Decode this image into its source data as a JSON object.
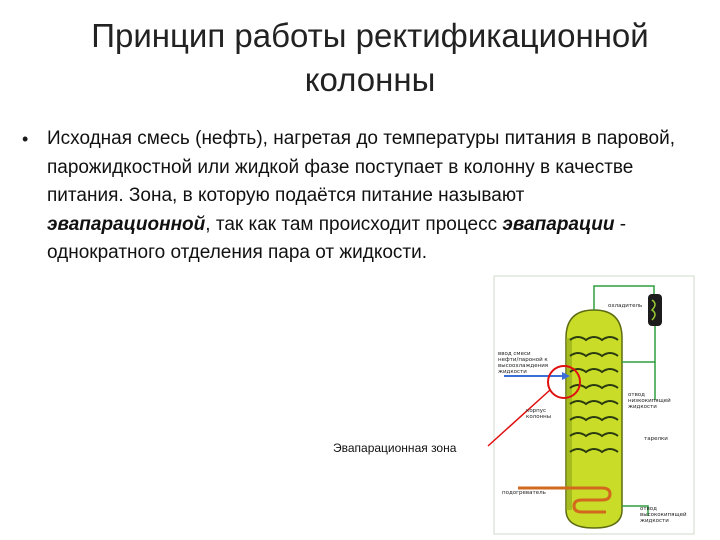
{
  "title": {
    "line1": "Принцип работы ректификационной",
    "line2": "колонны"
  },
  "bullet": {
    "symbol": "•",
    "text_part1": "Исходная смесь (нефть), нагретая до температуры питания в паровой, парожидкостной или жидкой фазе поступает в колонну в качестве питания. Зона, в которую подаётся питание называют ",
    "term1": "эвапарационной",
    "text_part2": ", так как там происходит процесс ",
    "term2": "эвапарации",
    "text_part3": " - однократного отделения пара от жидкости."
  },
  "diagram": {
    "zone_label": "Эвапарационная зона",
    "labels": {
      "condenser": "охладитель",
      "feed_line1": "ввод смеси",
      "feed_line2": "нефти/пароной к",
      "feed_line3": "высоохлаждения",
      "feed_line4": "жидкости",
      "vapor_out1": "отвод",
      "vapor_out2": "низкокипящей",
      "vapor_out3": "жидкости",
      "body1": "корпус",
      "body2": "колонны",
      "plates": "тарелки",
      "heater": "подогреватель",
      "bottom_out1": "отвод",
      "bottom_out2": "высококипящей",
      "bottom_out3": "жидкости"
    },
    "colors": {
      "column_fill": "#c8dc28",
      "column_dark": "#8fa51a",
      "plate": "#2a3a10",
      "pipe": "#2e9e3e",
      "heater": "#d2691e",
      "condenser": "#1c1c1c",
      "feed_arrow": "#3a6fd8",
      "highlight_circle": "#e01010",
      "pointer_line": "#e01010",
      "frame": "#cfd8c8"
    }
  }
}
